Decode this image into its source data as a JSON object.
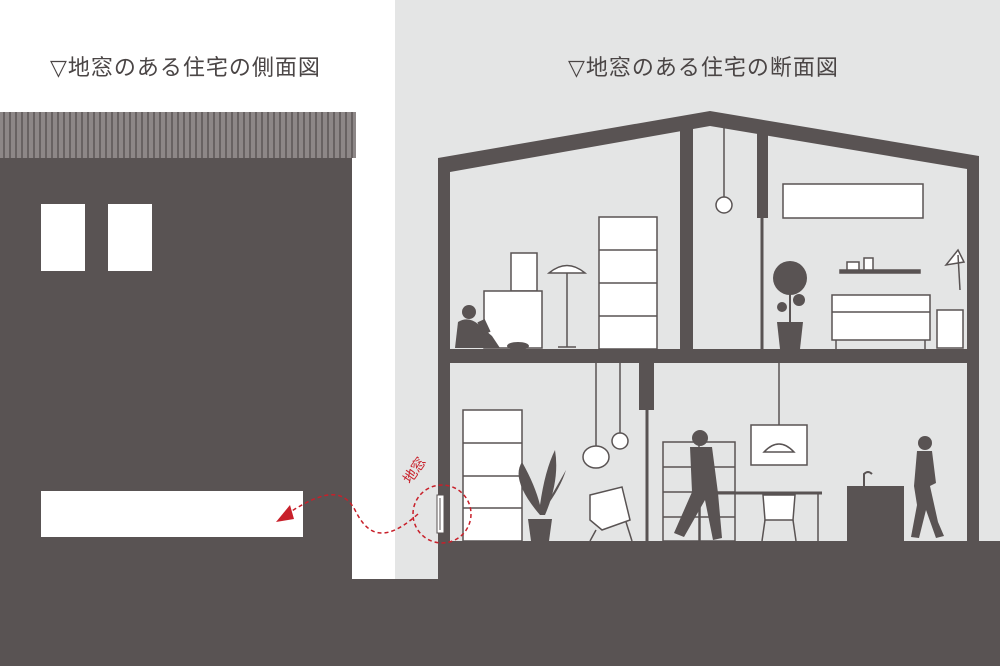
{
  "titles": {
    "side_view": "▽地窓のある住宅の側面図",
    "section_view": "▽地窓のある住宅の断面図"
  },
  "callout": {
    "label": "地窓"
  },
  "colors": {
    "wall": "#595353",
    "background_right": "#e4e5e5",
    "background_left": "#ffffff",
    "furniture_outline": "#595353",
    "accent": "#c8202a"
  }
}
